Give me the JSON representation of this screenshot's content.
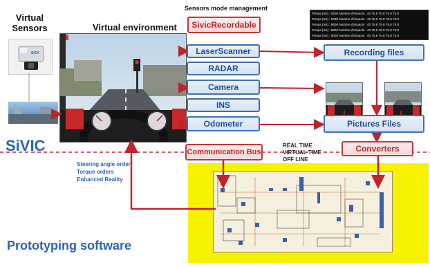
{
  "labels": {
    "virtual_sensors": "Virtual\nSensors",
    "virtual_environment": "Virtual environment",
    "sensors_mode_management": "Sensors mode management",
    "sivic": "SiVIC",
    "prototyping_software": "Prototyping software",
    "real_time": "REAL TIME",
    "virtual_time": "VIRTUAL TIME",
    "off_line": "OFF LINE",
    "steering": "Steering angle order",
    "torque": "Torque orders",
    "enhanced": "Enhanced Reality"
  },
  "nodes": {
    "sivic_recordable": "SivicRecordable",
    "laser_scanner": "LaserScanner",
    "radar": "RADAR",
    "camera": "Camera",
    "ins": "INS",
    "odometer": "Odometer",
    "communication_bus": "Communication Bus",
    "recording_files": "Recording files",
    "pictures_files": "Pictures Files",
    "converters": "Converters"
  },
  "recording_table": [
    "Temps (ms) : 8200  Nombre d'impacts : 40  75.8 75.8 75.8 75.8",
    "Temps (ms) : 8400  Nombre d'impacts : 40  75.8 75.8 75.8 75.8",
    "Temps (ms) : 8600  Nombre d'impacts : 40  75.8 75.8 75.8 75.8",
    "Temps (ms) : 8800  Nombre d'impacts : 40  75.8 75.8 75.8 75.8",
    "Temps (ms) : 9000  Nombre d'impacts : 40  75.8 75.8 75.8 75.8"
  ],
  "colors": {
    "blue_node_border": "#3f6fb0",
    "red_node_border": "#c0393b",
    "arrow_red": "#c0232a",
    "proto_bg": "#f6f200",
    "title_blue": "#2a63b8"
  }
}
